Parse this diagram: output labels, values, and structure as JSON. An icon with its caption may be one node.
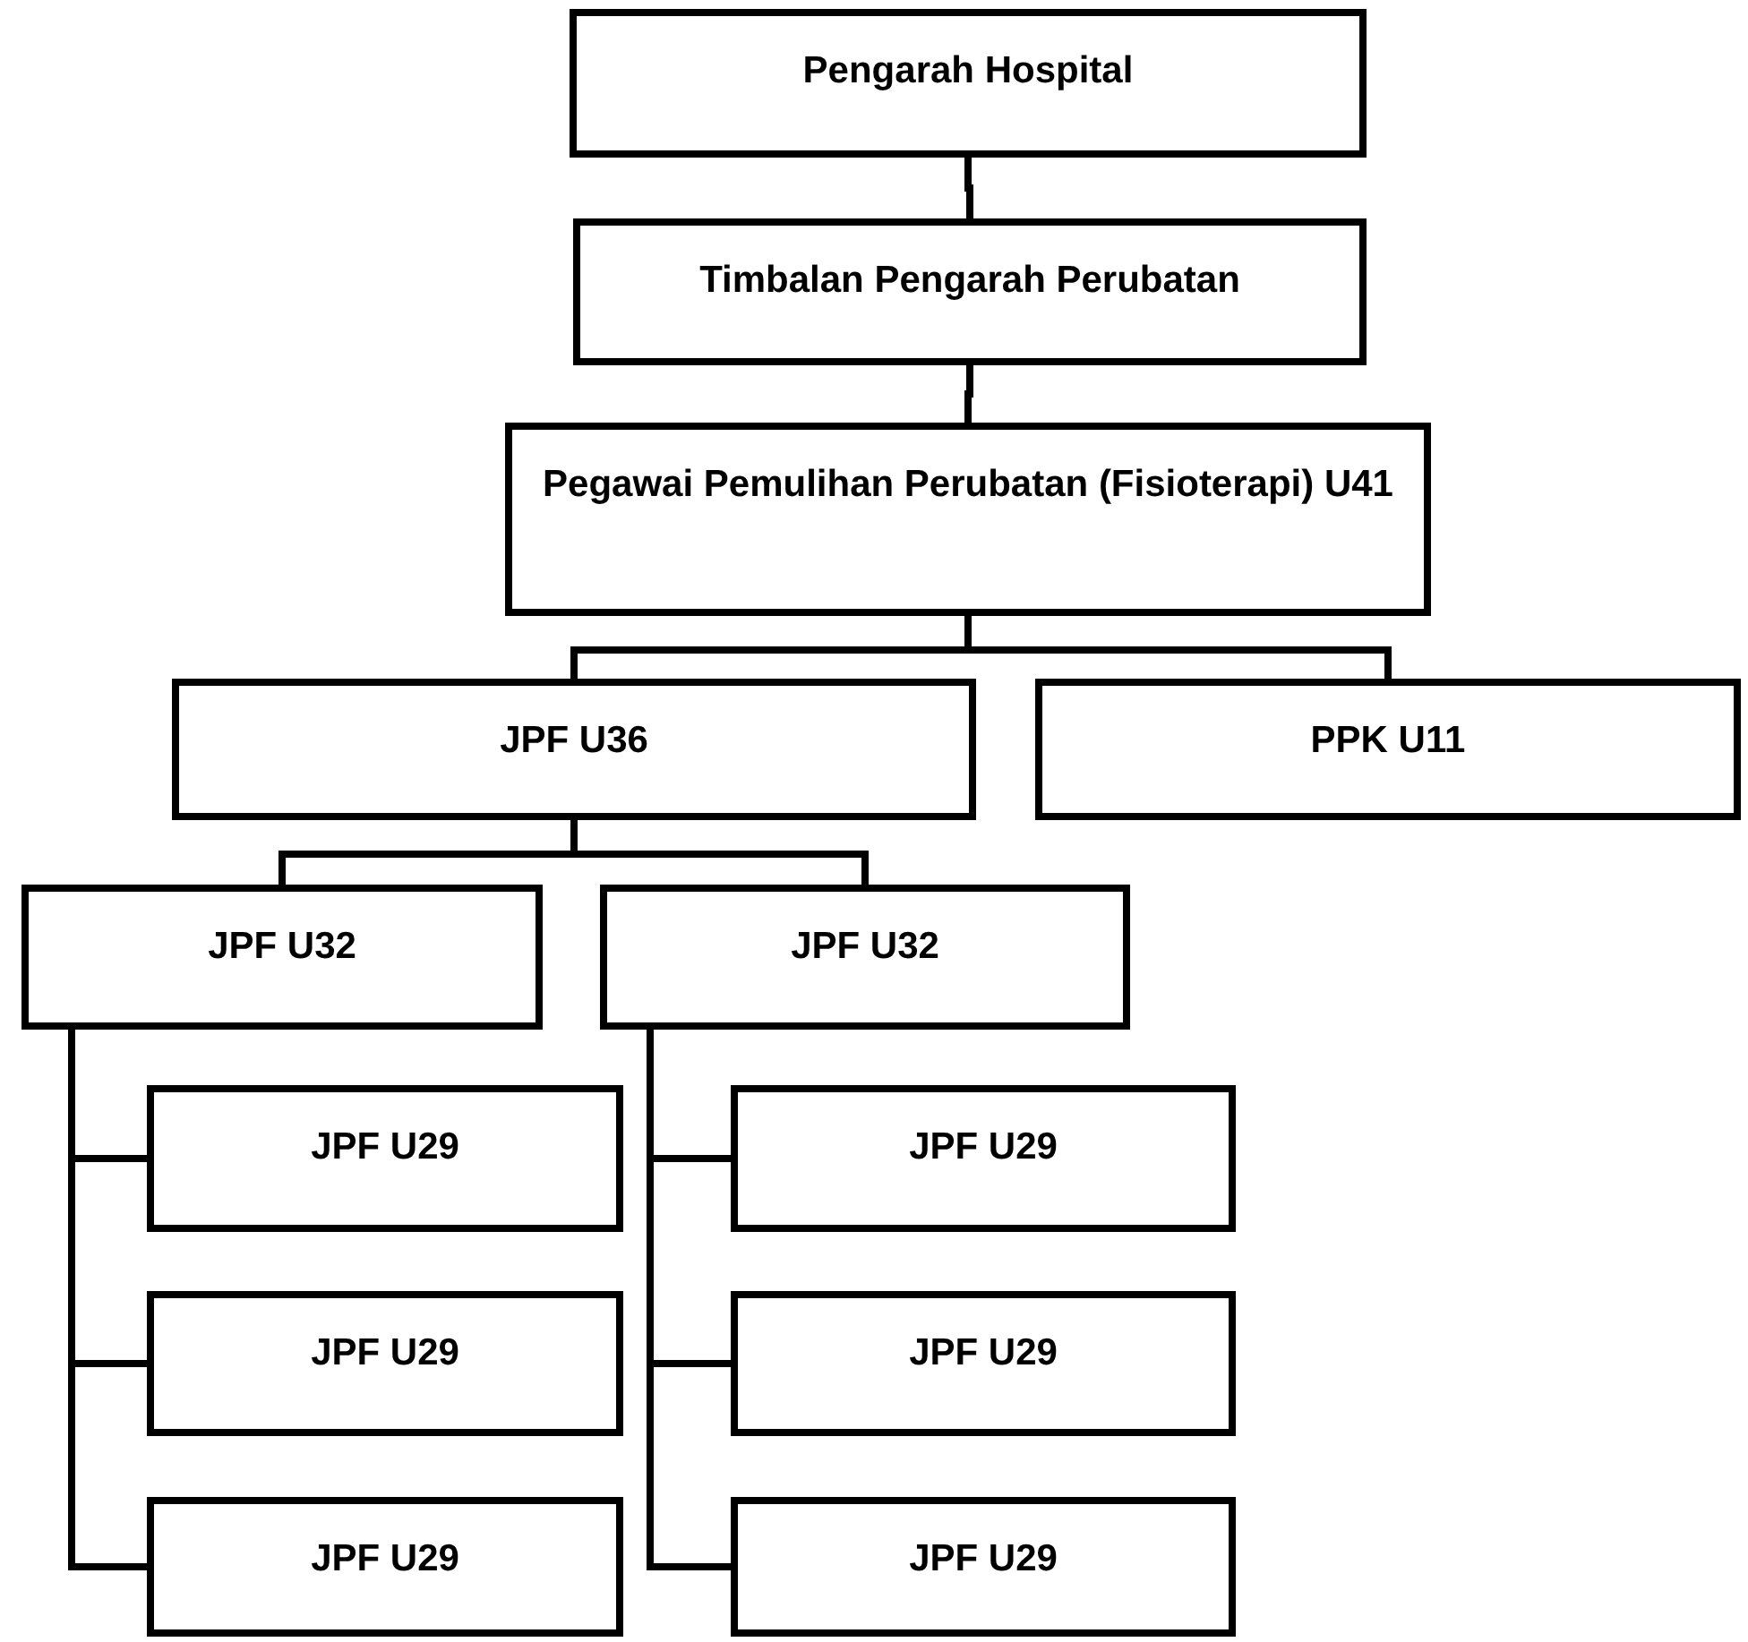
{
  "diagram": {
    "nodes": [
      {
        "text": [
          "Pengarah Hospital"
        ]
      },
      {
        "text": [
          "Timbalan Pengarah Perubatan"
        ]
      },
      {
        "text": [
          "Pegawai Pemulihan Perubatan (Fisioterapi) U41"
        ]
      },
      {
        "text": [
          "JPF U36"
        ]
      },
      {
        "text": [
          "PPK U11"
        ]
      },
      {
        "text": [
          "JPF U32"
        ]
      },
      {
        "text": [
          "JPF U32"
        ]
      },
      {
        "text": [
          "JPF U29"
        ]
      },
      {
        "text": [
          "JPF U29"
        ]
      },
      {
        "text": [
          "JPF U29"
        ]
      },
      {
        "text": [
          "JPF U29"
        ]
      },
      {
        "text": [
          "JPF U29"
        ]
      },
      {
        "text": [
          "JPF U29"
        ]
      }
    ],
    "edges": [
      {
        "from": 0,
        "to": 1,
        "arrow": "none"
      },
      {
        "from": 1,
        "to": 2,
        "arrow": "none"
      },
      {
        "from": 2,
        "to": 3,
        "arrow": "none"
      },
      {
        "from": 2,
        "to": 4,
        "arrow": "none"
      },
      {
        "from": 3,
        "to": 5,
        "arrow": "none"
      },
      {
        "from": 3,
        "to": 6,
        "arrow": "none"
      },
      {
        "from": 5,
        "to": 7,
        "arrow": "none"
      },
      {
        "from": 5,
        "to": 8,
        "arrow": "none"
      },
      {
        "from": 5,
        "to": 9,
        "arrow": "none"
      },
      {
        "from": 6,
        "to": 10,
        "arrow": "none"
      },
      {
        "from": 6,
        "to": 11,
        "arrow": "none"
      },
      {
        "from": 6,
        "to": 12,
        "arrow": "none"
      }
    ]
  }
}
